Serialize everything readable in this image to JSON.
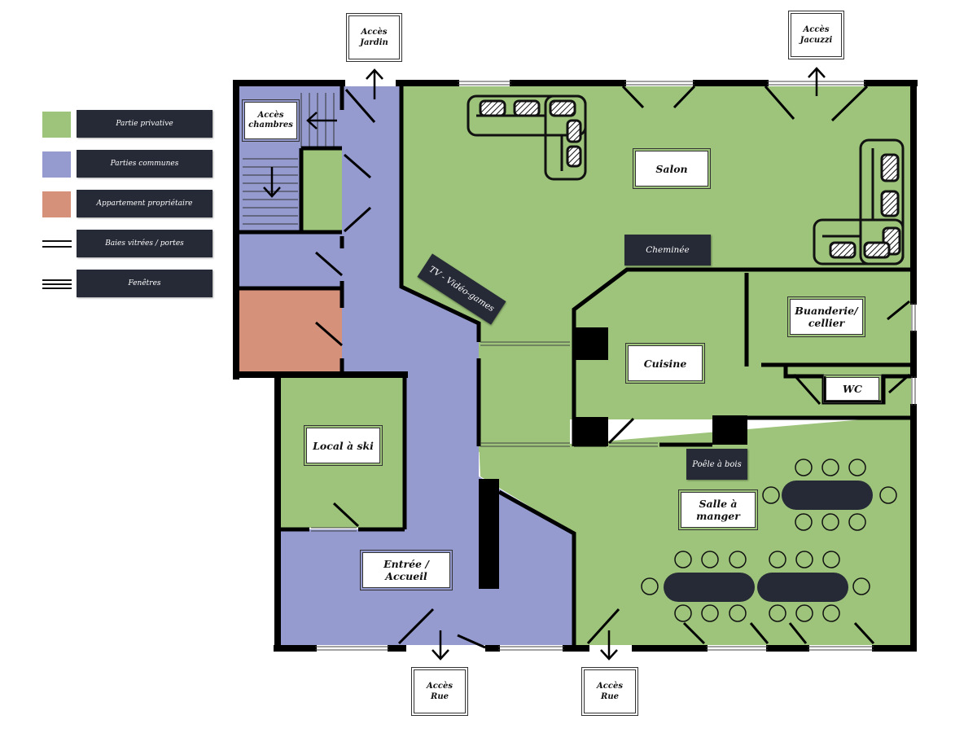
{
  "colors": {
    "private": "#9dc47a",
    "common": "#959bcf",
    "owner": "#d6917a",
    "wall": "#000000",
    "label_bg": "#262936"
  },
  "legend": {
    "items": [
      {
        "label": "Partie privative",
        "kind": "swatch",
        "color": "#9dc47a"
      },
      {
        "label": "Parties communes",
        "kind": "swatch",
        "color": "#959bcf"
      },
      {
        "label": "Appartement propriétaire",
        "kind": "swatch",
        "color": "#d6917a"
      },
      {
        "label": "Baies vitrées / portes",
        "kind": "double-line"
      },
      {
        "label": "Fenêtres",
        "kind": "triple-line"
      }
    ]
  },
  "rooms": {
    "salon": "Salon",
    "cheminee": "Cheminée",
    "tv": "TV - Vidéo-games",
    "cuisine": "Cuisine",
    "buanderie": "Buanderie/\ncellier",
    "wc": "WC",
    "poele": "Poêle à bois",
    "salle_manger": "Salle à manger",
    "local_ski": "Local à ski",
    "entree": "Entrée / Accueil",
    "acces_chambres": "Accès\nchambres"
  },
  "access": {
    "jardin": "Accès\nJardin",
    "jacuzzi": "Accès\nJacuzzi",
    "rue_left": "Accès\nRue",
    "rue_right": "Accès\nRue"
  }
}
